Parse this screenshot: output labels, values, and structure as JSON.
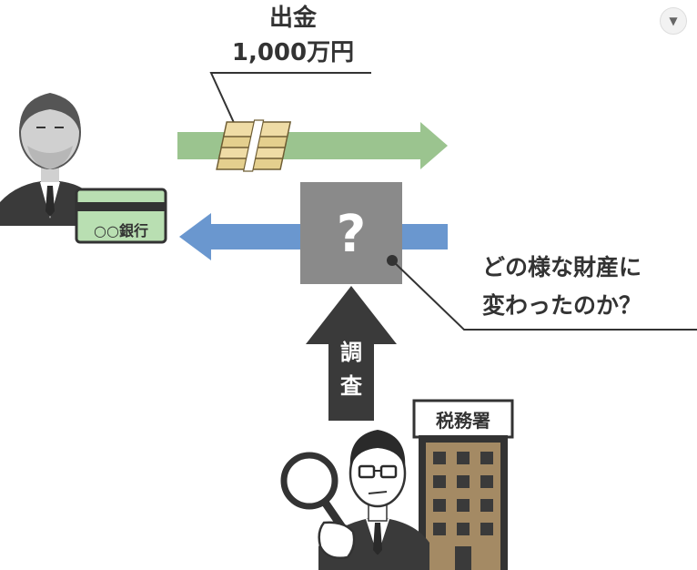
{
  "withdrawal": {
    "title": "出金",
    "amount": "1,000万円"
  },
  "bank": {
    "label": "○○銀行"
  },
  "unknown": {
    "symbol": "?"
  },
  "question": {
    "line1": "どの様な財産に",
    "line2": "変わったのか？"
  },
  "investigate": {
    "char1": "調",
    "char2": "査"
  },
  "tax_office": {
    "label": "税務署"
  },
  "icons": {
    "dropdown": "chevron-down-icon",
    "magnifier": "magnifier-icon",
    "money": "banknote-stack-icon"
  },
  "colors": {
    "green_arrow": "#9bc48f",
    "blue_arrow": "#6a97cf",
    "question_box": "#8a8a8a",
    "dark_arrow": "#3a3a3a",
    "building": "#a48a64",
    "card": "#b9dfb2"
  }
}
